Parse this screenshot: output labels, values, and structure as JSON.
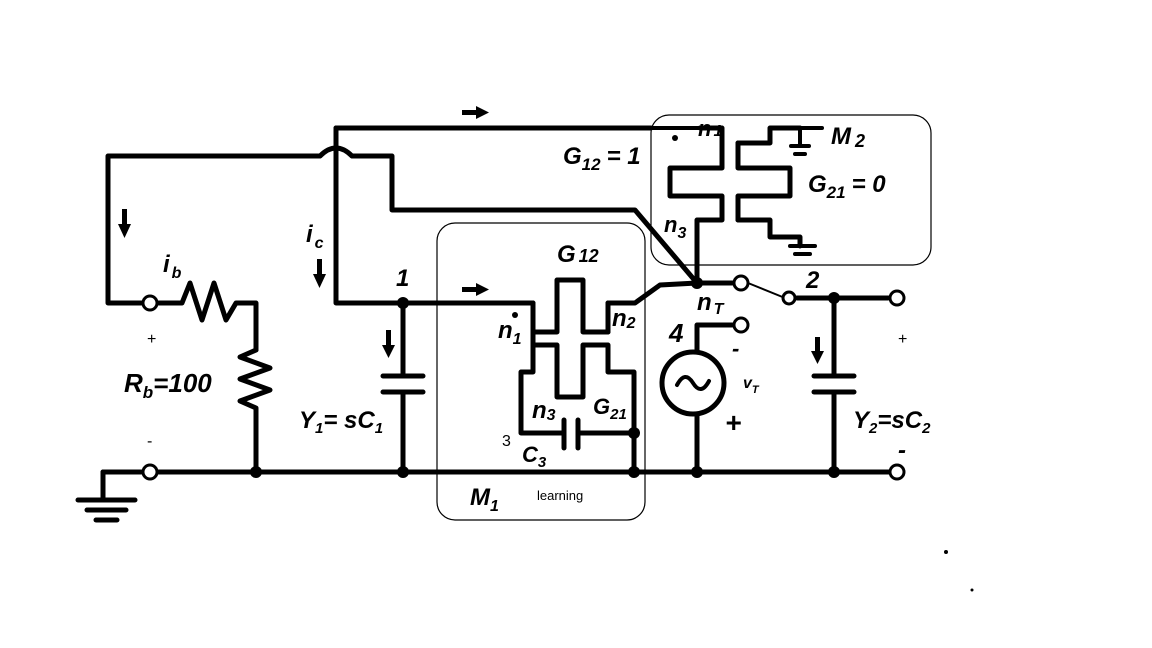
{
  "labels": {
    "ib_main": "i",
    "ib_sub": "b",
    "ic_main": "i",
    "ic_sub": "c",
    "rb": "R",
    "rb_sub": "b",
    "rb_val": "=100",
    "node1": "1",
    "node2": "2",
    "node3": "3",
    "node4": "4",
    "y1": "Y",
    "y1_sub": "1",
    "y1_eq": "= sC",
    "y1_sub2": "1",
    "y2": "Y",
    "y2_sub": "2",
    "y2_eq": "=sC",
    "y2_sub2": "2",
    "g12_m1": "G",
    "g12_m1_sub": "12",
    "g21_m1": "G",
    "g21_m1_sub": "21",
    "n1_m1": "n",
    "n1_m1_sub": "1",
    "n2_m1": "n",
    "n2_m1_sub": "2",
    "n3_m1": "n",
    "n3_m1_sub": "3",
    "c3": "C",
    "c3_sub": "3",
    "m1": "M",
    "m1_sub": "1",
    "learning": "learning",
    "g12_eq": "G",
    "g12_eq_sub": "12",
    "g12_eq_val": "= 1",
    "g21_eq": "G",
    "g21_eq_sub": "21",
    "g21_eq_val": "= 0",
    "n1_m2": "n",
    "n1_m2_sub": "1",
    "n3_m2": "n",
    "n3_m2_sub": "3",
    "m2": "M",
    "m2_sub": "2",
    "nt": "n",
    "nt_sub": "T",
    "vt": "v",
    "vt_sub": "T",
    "plus_left": "+",
    "minus_left": "-",
    "plus_right": "+",
    "minus_right": "-",
    "src_minus": "-",
    "src_plus": "+"
  }
}
